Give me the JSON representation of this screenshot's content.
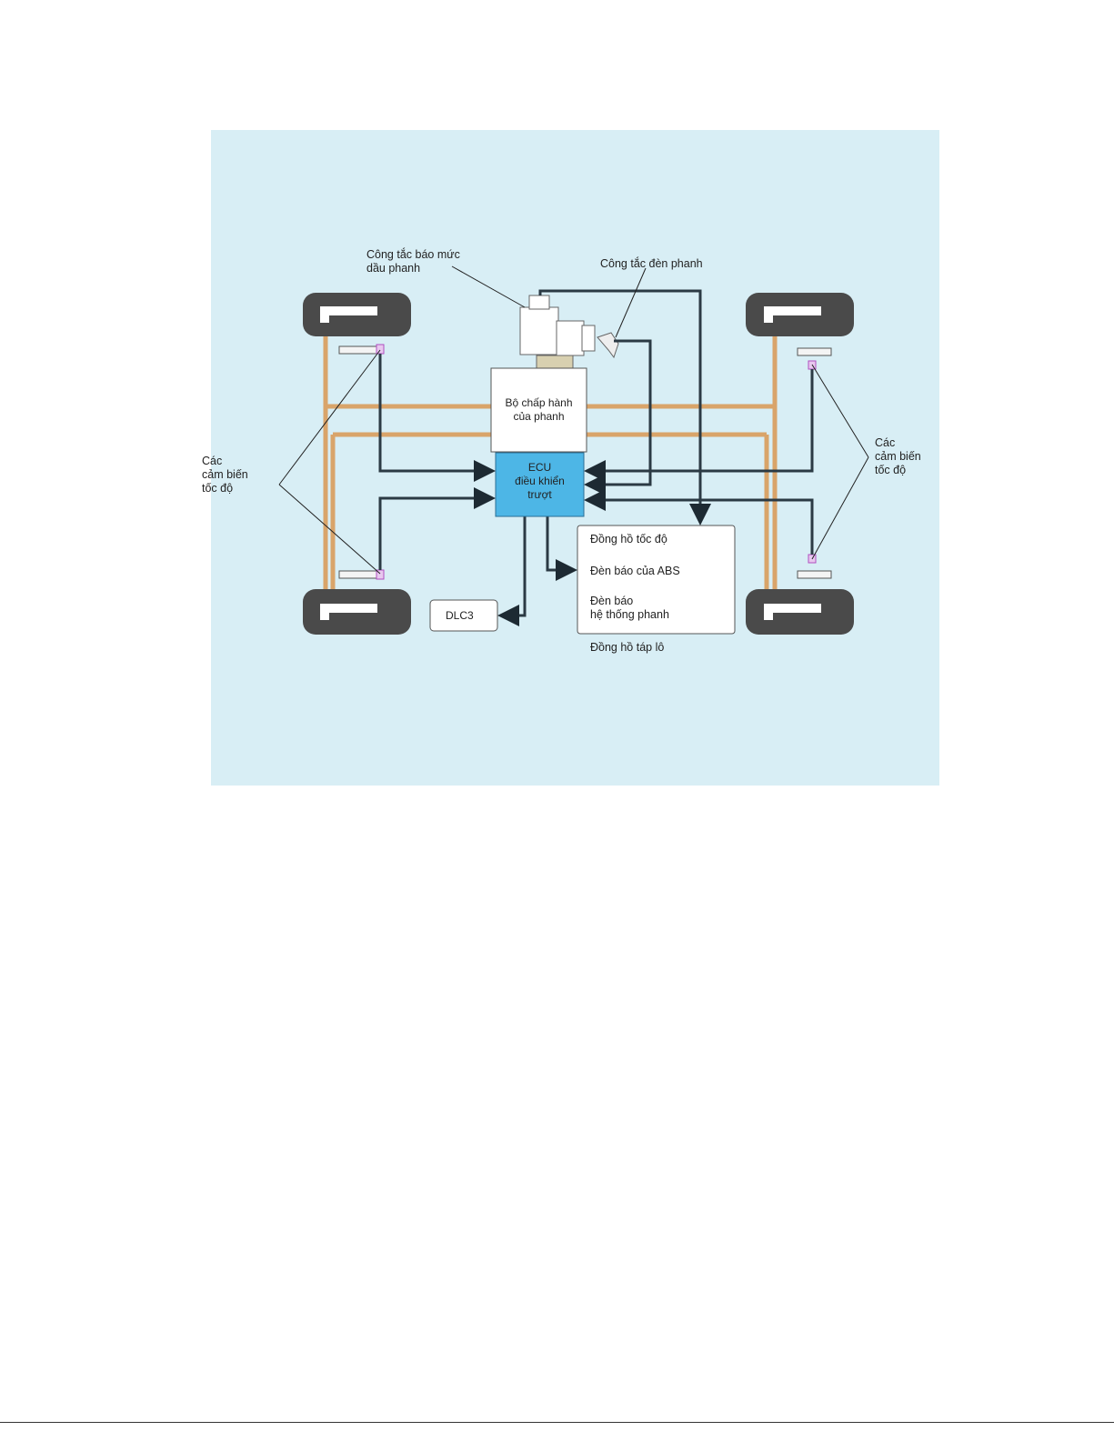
{
  "diagram": {
    "labels": {
      "fluid_switch": "Công tắc báo mức\ndầu phanh",
      "brake_light_switch": "Công tắc đèn phanh",
      "actuator": "Bộ chấp hành\ncủa phanh",
      "ecu": "ECU\nđiều khiển\ntrượt",
      "speed_sensors_left": "Các\ncảm biến\ntốc độ",
      "speed_sensors_right": "Các\ncảm biến\ntốc độ",
      "dlc": "DLC3",
      "meter_items": [
        "Đồng hồ tốc độ",
        "Đèn báo của ABS",
        "Đèn báo\nhệ thống phanh"
      ],
      "meter_caption": "Đồng hồ táp lô"
    },
    "colors": {
      "background": "#d8eef5",
      "ecu": "#4db6e6",
      "wheel": "#4a4a4a",
      "brake_line": "#d9a46a",
      "wire": "#2b3a44",
      "sensor": "#b04fc0"
    }
  }
}
